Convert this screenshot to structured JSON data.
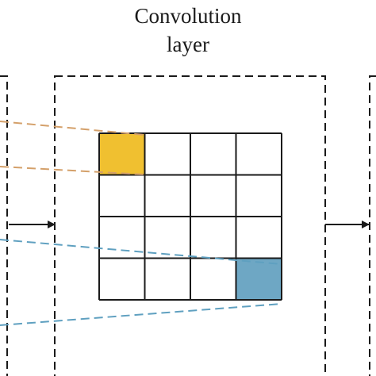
{
  "title": {
    "line1": "Convolution",
    "line2": "layer"
  },
  "grid": {
    "rows": 4,
    "cols": 4,
    "highlighted_cells": [
      {
        "row": 0,
        "col": 0,
        "color": "#f0c030"
      },
      {
        "row": 3,
        "col": 3,
        "color": "#6ea7c4"
      }
    ]
  },
  "colors": {
    "frame": "#1a1a1a",
    "orange_dashes": "#d4a06a",
    "blue_dashes": "#5fa0c0"
  }
}
